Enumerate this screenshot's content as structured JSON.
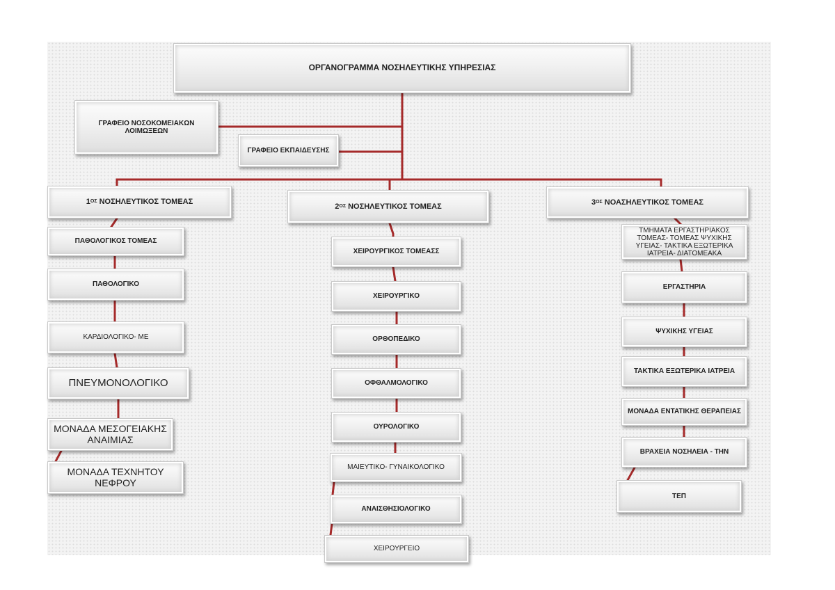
{
  "title": "ΟΡΓΑΝΟΓΡΑΜΜΑ ΝΟΣΗΛΕΥΤΙΚΗΣ ΥΠΗΡΕΣΙΑΣ",
  "staff": {
    "infections": "ΓΡΑΦΕΙΟ ΝΟΣΟΚΟΜΕΙΑΚΩΝ ΛΟΙΜΩΞΕΩΝ",
    "training": "ΓΡΑΦΕΙΟ ΕΚΠΑΙΔΕΥΣΗΣ"
  },
  "sector1": {
    "num": "1",
    "sup": "ΟΣ",
    "label": "ΝΟΣΗΛΕΥΤΙΚΟΣ ΤΟΜΕΑΣ",
    "items": [
      "ΠΑΘΟΛΟΓΙΚΟΣ ΤΟΜΕΑΣ",
      "ΠΑΘΟΛΟΓΙΚΟ",
      "ΚΑΡΔΙΟΛΟΓΙΚΟ- ΜΕ",
      "ΠΝΕΥΜΟΝΟΛΟΓΙΚΟ",
      "ΜΟΝΑΔΑ ΜΕΣΟΓΕΙΑΚΗΣ ΑΝΑΙΜΙΑΣ",
      "ΜΟΝΑΔΑ ΤΕΧΝΗΤΟΥ ΝΕΦΡΟΥ"
    ]
  },
  "sector2": {
    "num": "2",
    "sup": "ΟΣ",
    "label": "ΝΟΣΗΛΕΥΤΙΚΟΣ ΤΟΜΕΑΣ",
    "items": [
      "ΧΕΙΡΟΥΡΓΙΚΟΣ ΤΟΜΕΑΣΣ",
      "ΧΕΙΡΟΥΡΓΙΚΟ",
      "ΟΡΘΟΠΕΔΙΚΟ",
      "ΟΦΘΑΛΜΟΛΟΓΙΚΟ",
      "ΟΥΡΟΛΟΓΙΚΟ",
      "ΜΑΙΕΥΤΙΚΟ- ΓΥΝΑΙΚΟΛΟΓΙΚΟ",
      "ΑΝΑΙΣΘΗΣΙΟΛΟΓΙΚΟ",
      "ΧΕΙΡΟΥΡΓΕΙΟ"
    ]
  },
  "sector3": {
    "num": "3",
    "sup": "ΟΣ",
    "label": "ΝΟΑΣΗΛΕΥΤΙΚΟΣ ΤΟΜΕΑΣ",
    "items": [
      "ΤΜΗΜΑΤΑ ΕΡΓΑΣΤΗΡΙΑΚΟΣ ΤΟΜΕΑΣ- ΤΟΜΕΑΣ ΨΥΧΙΚΗΣ ΥΓΕΙΑΣ- ΤΑΚΤΙΚΑ ΕΞΩΤΕΡΙΚΑ ΙΑΤΡΕΙΑ- ΔΙΑΤΟΜΕΑΚΑ",
      "ΕΡΓΑΣΤΗΡΙΑ",
      "ΨΥΧΙΚΗΣ ΥΓΕΙΑΣ",
      "ΤΑΚΤΙΚΑ ΕΞΩΤΕΡΙΚΑ ΙΑΤΡΕΙΑ",
      "ΜΟΝΑΔΑ ΕΝΤΑΤΙΚΗΣ ΘΕΡΑΠΕΙΑΣ",
      "ΒΡΑΧΕΙΑ ΝΟΣΗΛΕΙΑ - ΤΗΝ",
      "ΤΕΠ"
    ]
  },
  "colors": {
    "connector": "#a52a2a"
  }
}
